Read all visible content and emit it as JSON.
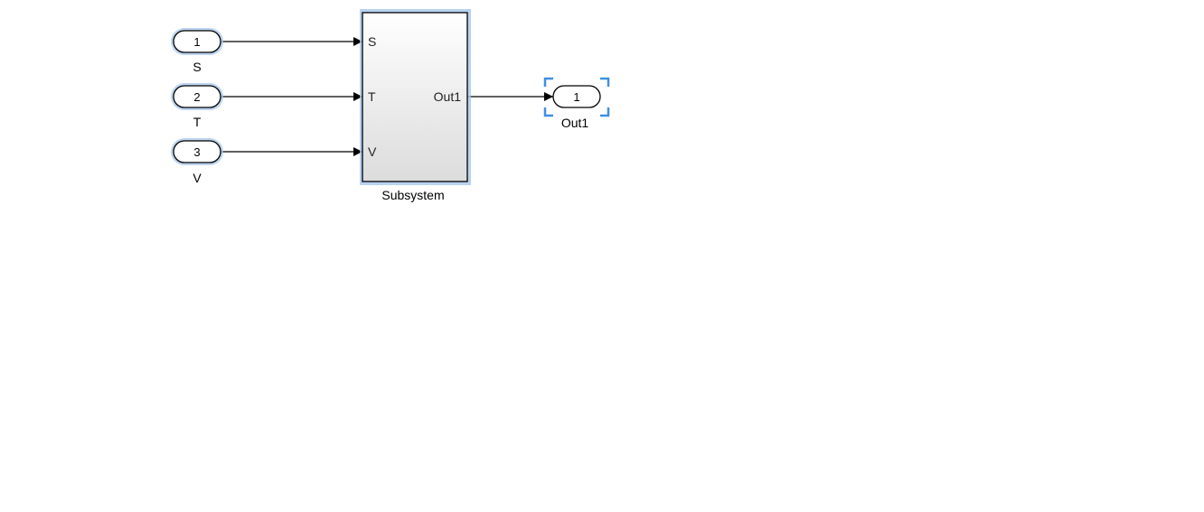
{
  "diagram": {
    "inports": [
      {
        "number": "1",
        "name": "S"
      },
      {
        "number": "2",
        "name": "T"
      },
      {
        "number": "3",
        "name": "V"
      }
    ],
    "subsystem": {
      "name": "Subsystem",
      "inputs": [
        "S",
        "T",
        "V"
      ],
      "output": "Out1"
    },
    "outport": {
      "number": "1",
      "name": "Out1"
    }
  },
  "colors": {
    "selection_glow": "#a7c7ec",
    "selection_bracket": "#3f8fe6",
    "line": "#000000"
  }
}
